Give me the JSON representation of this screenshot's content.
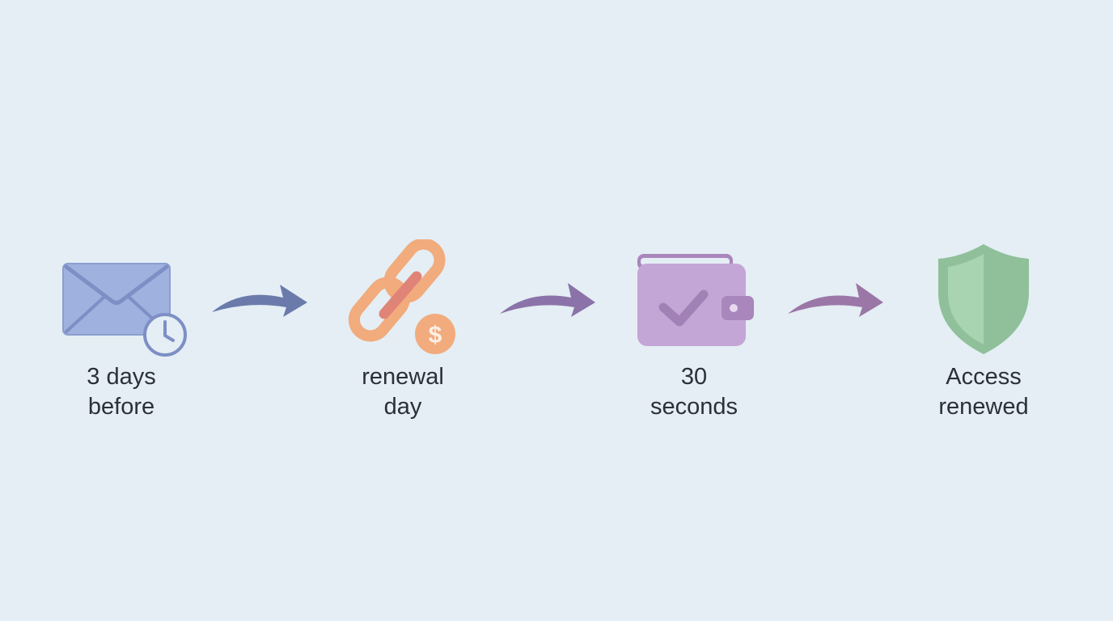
{
  "steps": [
    {
      "id": "email",
      "icon": "envelope-clock-icon",
      "line1": "3 days",
      "line2": "before",
      "color": "#8fa3d6"
    },
    {
      "id": "renewal",
      "icon": "chain-dollar-icon",
      "line1": "renewal",
      "line2": "day",
      "color": "#f2a978"
    },
    {
      "id": "wallet",
      "icon": "wallet-check-icon",
      "line1": "30",
      "line2": "seconds",
      "color": "#c4a6d6"
    },
    {
      "id": "access",
      "icon": "shield-icon",
      "line1": "Access",
      "line2": "renewed",
      "color": "#8fc299"
    }
  ],
  "arrows": [
    {
      "icon": "curved-arrow-icon",
      "color": "#6978a8"
    },
    {
      "icon": "curved-arrow-icon",
      "color": "#8a72a8"
    },
    {
      "icon": "curved-arrow-icon",
      "color": "#9a76a6"
    }
  ]
}
